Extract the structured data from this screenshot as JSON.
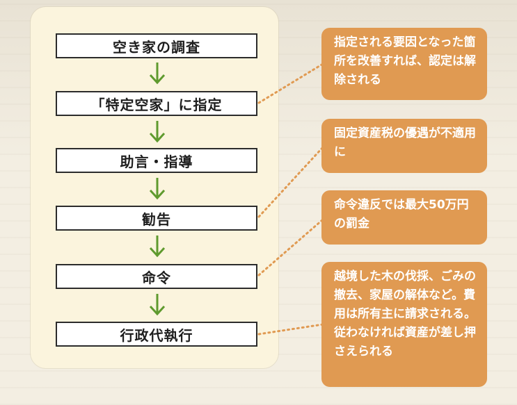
{
  "steps": [
    {
      "label": "空き家の調査"
    },
    {
      "label": "「特定空家」に指定"
    },
    {
      "label": "助言・指導"
    },
    {
      "label": "勧告"
    },
    {
      "label": "命令"
    },
    {
      "label": "行政代執行"
    }
  ],
  "notes": [
    {
      "text": "指定される要因となった箇所を改善すれば、認定は解除される"
    },
    {
      "text": "固定資産税の優遇が不適用に"
    },
    {
      "text": "命令違反では最大50万円の罰金"
    },
    {
      "text": "越境した木の伐採、ごみの撤去、家屋の解体など。費用は所有主に請求される。従わなければ資産が差し押さえられる"
    }
  ],
  "colors": {
    "panel": "#fbf4dd",
    "step_border": "#2b2b2b",
    "arrow": "#5f9a2e",
    "note_bg": "#e09a52",
    "dotted_line": "#e09a52"
  }
}
